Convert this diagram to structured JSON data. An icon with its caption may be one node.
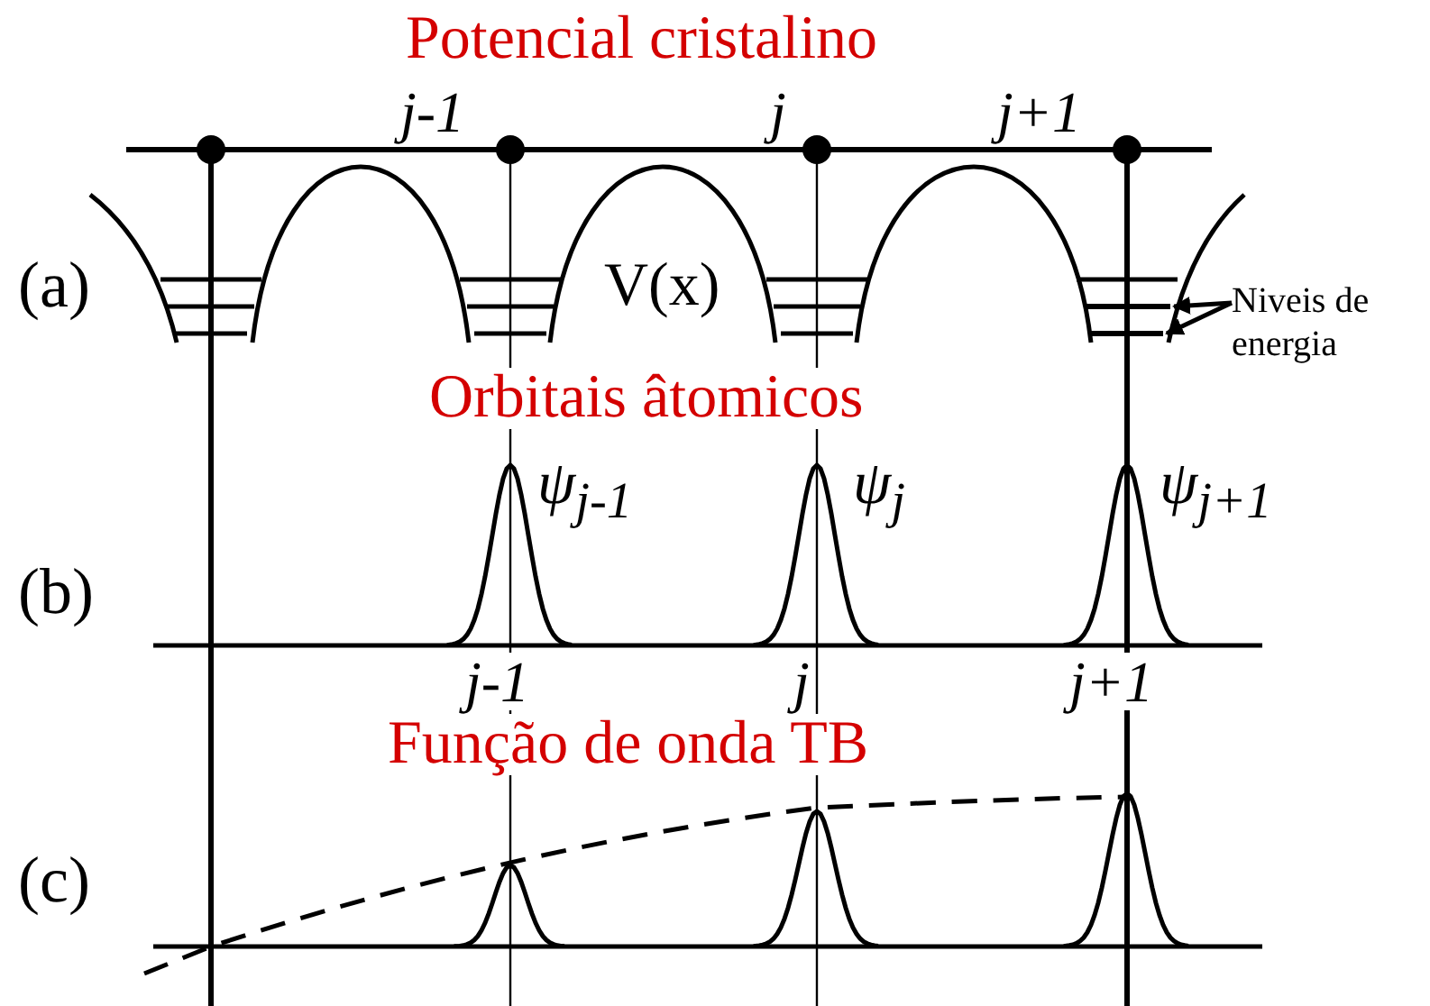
{
  "diagram": {
    "nodes": [
      {
        "text": [
          "Niveis de energia"
        ]
      },
      {
        "text": [],
        "shape": "bar"
      },
      {
        "text": [],
        "shape": "bar"
      }
    ],
    "edges": [
      {
        "from": 0,
        "to": 1,
        "arrow": "to"
      },
      {
        "from": 0,
        "to": 2,
        "arrow": "to"
      }
    ],
    "labels": [
      "Potencial cristalino",
      "j-1",
      "j",
      "j+1",
      "(a)",
      "V(x)",
      "Orbitais âtomicos",
      "ψ$_{j-1}$",
      "ψ$_{j}$",
      "ψ$_{j+1}$",
      "(b)",
      "j-1",
      "j",
      "j+1",
      "Função de onda TB",
      "(c)"
    ]
  }
}
